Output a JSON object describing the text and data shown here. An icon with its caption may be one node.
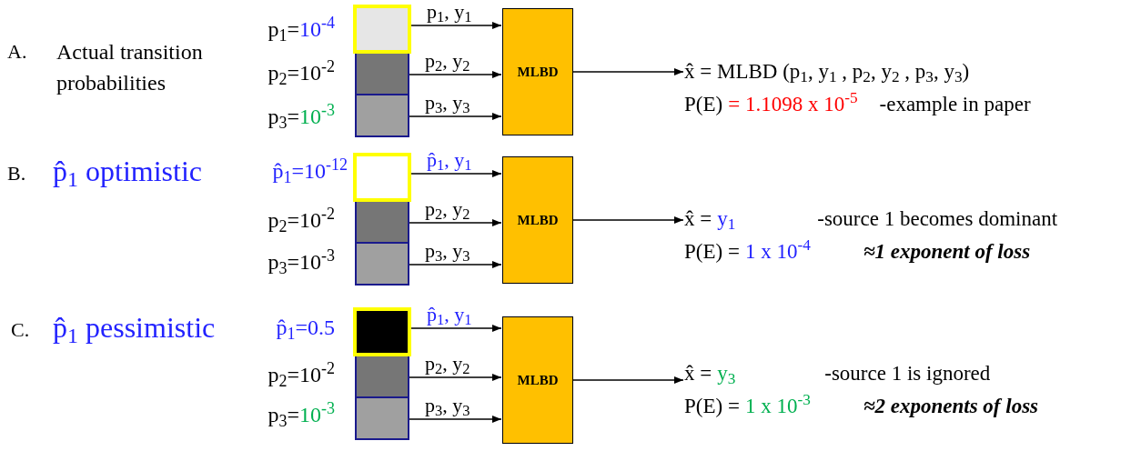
{
  "diagram": {
    "nodes": [
      {
        "text": [],
        "shape": "box"
      },
      {
        "text": [],
        "shape": "box"
      },
      {
        "text": [],
        "shape": "box"
      },
      {
        "text": [
          "MLBD"
        ]
      },
      {
        "text": [
          "x̂ = MLBD (p$_{1}$, y$_{1}$ , p$_{2}$, y$_{2}$ , p$_{3}$, y$_{3}$)",
          "P(E)",
          "= 1.1098 x 10$^{-5}$",
          "-example in paper"
        ]
      },
      {
        "text": [],
        "shape": "box"
      },
      {
        "text": [],
        "shape": "box"
      },
      {
        "text": [],
        "shape": "box"
      },
      {
        "text": [
          "MLBD"
        ]
      },
      {
        "text": [
          "x̂ =",
          "y$_{1}$",
          "-source 1 becomes dominant",
          "P(E) =",
          "1 x 10$^{-4}$",
          "≈1 exponent of loss"
        ]
      },
      {
        "text": [],
        "shape": "box"
      },
      {
        "text": [],
        "shape": "box"
      },
      {
        "text": [],
        "shape": "box"
      },
      {
        "text": [
          "MLBD"
        ]
      },
      {
        "text": [
          "x̂ =",
          "y$_{3}$",
          "-source 1 is ignored",
          "P(E) =",
          "1 x 10$^{-3}$",
          "≈2 exponents of loss"
        ]
      }
    ],
    "edges": [
      {
        "from": 0,
        "to": 3,
        "arrow": "to",
        "label": "p$_{1}$, y$_{1}$"
      },
      {
        "from": 1,
        "to": 3,
        "arrow": "to",
        "label": "p$_{2}$, y$_{2}$"
      },
      {
        "from": 2,
        "to": 3,
        "arrow": "to",
        "label": "p$_{3}$, y$_{3}$"
      },
      {
        "from": 3,
        "to": 4,
        "arrow": "to"
      },
      {
        "from": 5,
        "to": 8,
        "arrow": "to",
        "label": "p̂$_{1}$, y$_{1}$"
      },
      {
        "from": 6,
        "to": 8,
        "arrow": "to",
        "label": "p$_{2}$, y$_{2}$"
      },
      {
        "from": 7,
        "to": 8,
        "arrow": "to",
        "label": "p$_{3}$, y$_{3}$"
      },
      {
        "from": 8,
        "to": 9,
        "arrow": "to"
      },
      {
        "from": 10,
        "to": 13,
        "arrow": "to",
        "label": "p̂$_{1}$, y$_{1}$"
      },
      {
        "from": 11,
        "to": 13,
        "arrow": "to",
        "label": "p$_{2}$, y$_{2}$"
      },
      {
        "from": 12,
        "to": 13,
        "arrow": "to",
        "label": "p$_{3}$, y$_{3}$"
      },
      {
        "from": 13,
        "to": 14,
        "arrow": "to"
      }
    ],
    "labels": [
      "A.",
      "Actual transition probabilities",
      "p$_{1}$=",
      "10$^{-4}$",
      "p$_{2}$=10$^{-2}$",
      "p$_{3}$=",
      "10$^{-3}$",
      "B.",
      "p̂$_{1}$ optimistic",
      "p̂$_{1}$=10$^{-12}$",
      "p$_{2}$=10$^{-2}$",
      "p$_{3}$=10$^{-3}$",
      "C.",
      "p̂$_{1}$ pessimistic",
      "p̂$_{1}$=0.5",
      "p$_{2}$=10$^{-2}$",
      "p$_{3}$=",
      "10$^{-3}$"
    ]
  }
}
